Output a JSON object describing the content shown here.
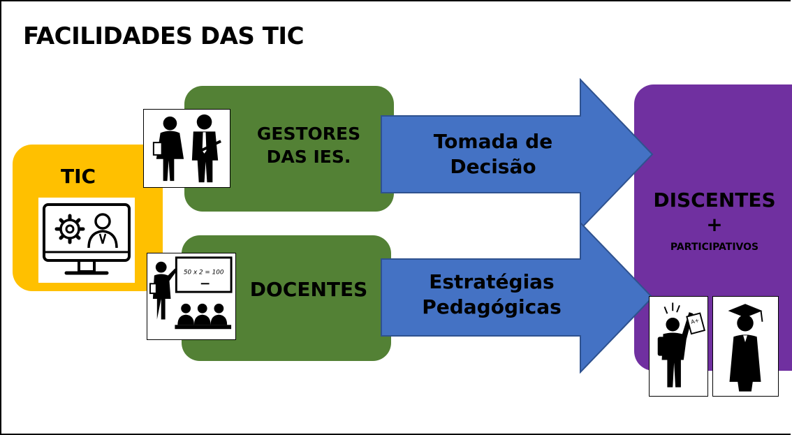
{
  "title": "FACILIDADES DAS TIC",
  "tic": {
    "label": "TIC",
    "icon": "monitor-gear-person-icon"
  },
  "groups": [
    {
      "label": "GESTORES DAS IES.",
      "icon": "managers-icon"
    },
    {
      "label": "DOCENTES",
      "icon": "teacher-classroom-icon"
    }
  ],
  "arrows": [
    {
      "label_line1": "Tomada de",
      "label_line2": "Decisão"
    },
    {
      "label_line1": "Estratégias",
      "label_line2": "Pedagógicas"
    }
  ],
  "result": {
    "label": "DISCENTES",
    "plus": "+",
    "sub_label": "PARTICIPATIVOS",
    "icons": [
      "student-raising-hand-icon",
      "graduate-icon"
    ]
  },
  "colors": {
    "tic": "#ffc000",
    "groups": "#538135",
    "arrows": "#4472c4",
    "arrow_border": "#2f528f",
    "result": "#7030a0"
  }
}
